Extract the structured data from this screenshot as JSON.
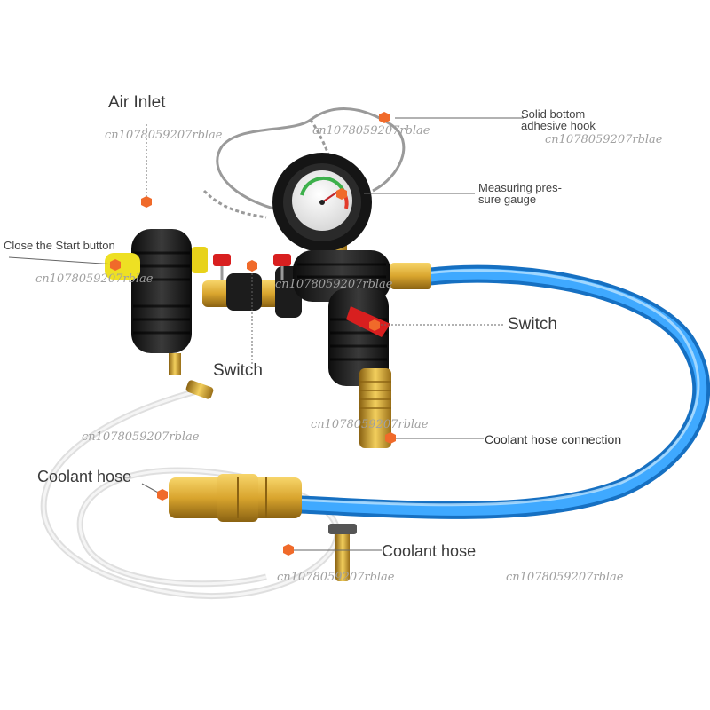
{
  "labels": {
    "air_inlet": "Air Inlet",
    "close_start_button": "Close the Start button",
    "switch_left": "Switch",
    "switch_right": "Switch",
    "solid_bottom_line1": "Solid bottom",
    "solid_bottom_line2": "adhesive hook",
    "measuring_line1": "Measuring pres-",
    "measuring_line2": "sure gauge",
    "coolant_hose_connection": "Coolant hose connection",
    "coolant_hose_left": "Coolant hose",
    "coolant_hose_bottom": "Coolant hose"
  },
  "watermarks": {
    "w1": "cn1078059207rblae",
    "w2": "cn1078059207rblae",
    "w3": "cn1078059207rblae",
    "w4": "cn1078059207rblae",
    "w5": "cn1078059207rblae",
    "w6": "cn1078059207rblae",
    "w7": "cn1078059207rblae",
    "w8": "cn1078059207rblae",
    "w9": "cn1078059207rblae"
  },
  "colors": {
    "marker": "#f06a2a",
    "hose_blue": "#1e8fe0",
    "brass": "#d9a52e",
    "body_black": "#1b1b1b"
  }
}
